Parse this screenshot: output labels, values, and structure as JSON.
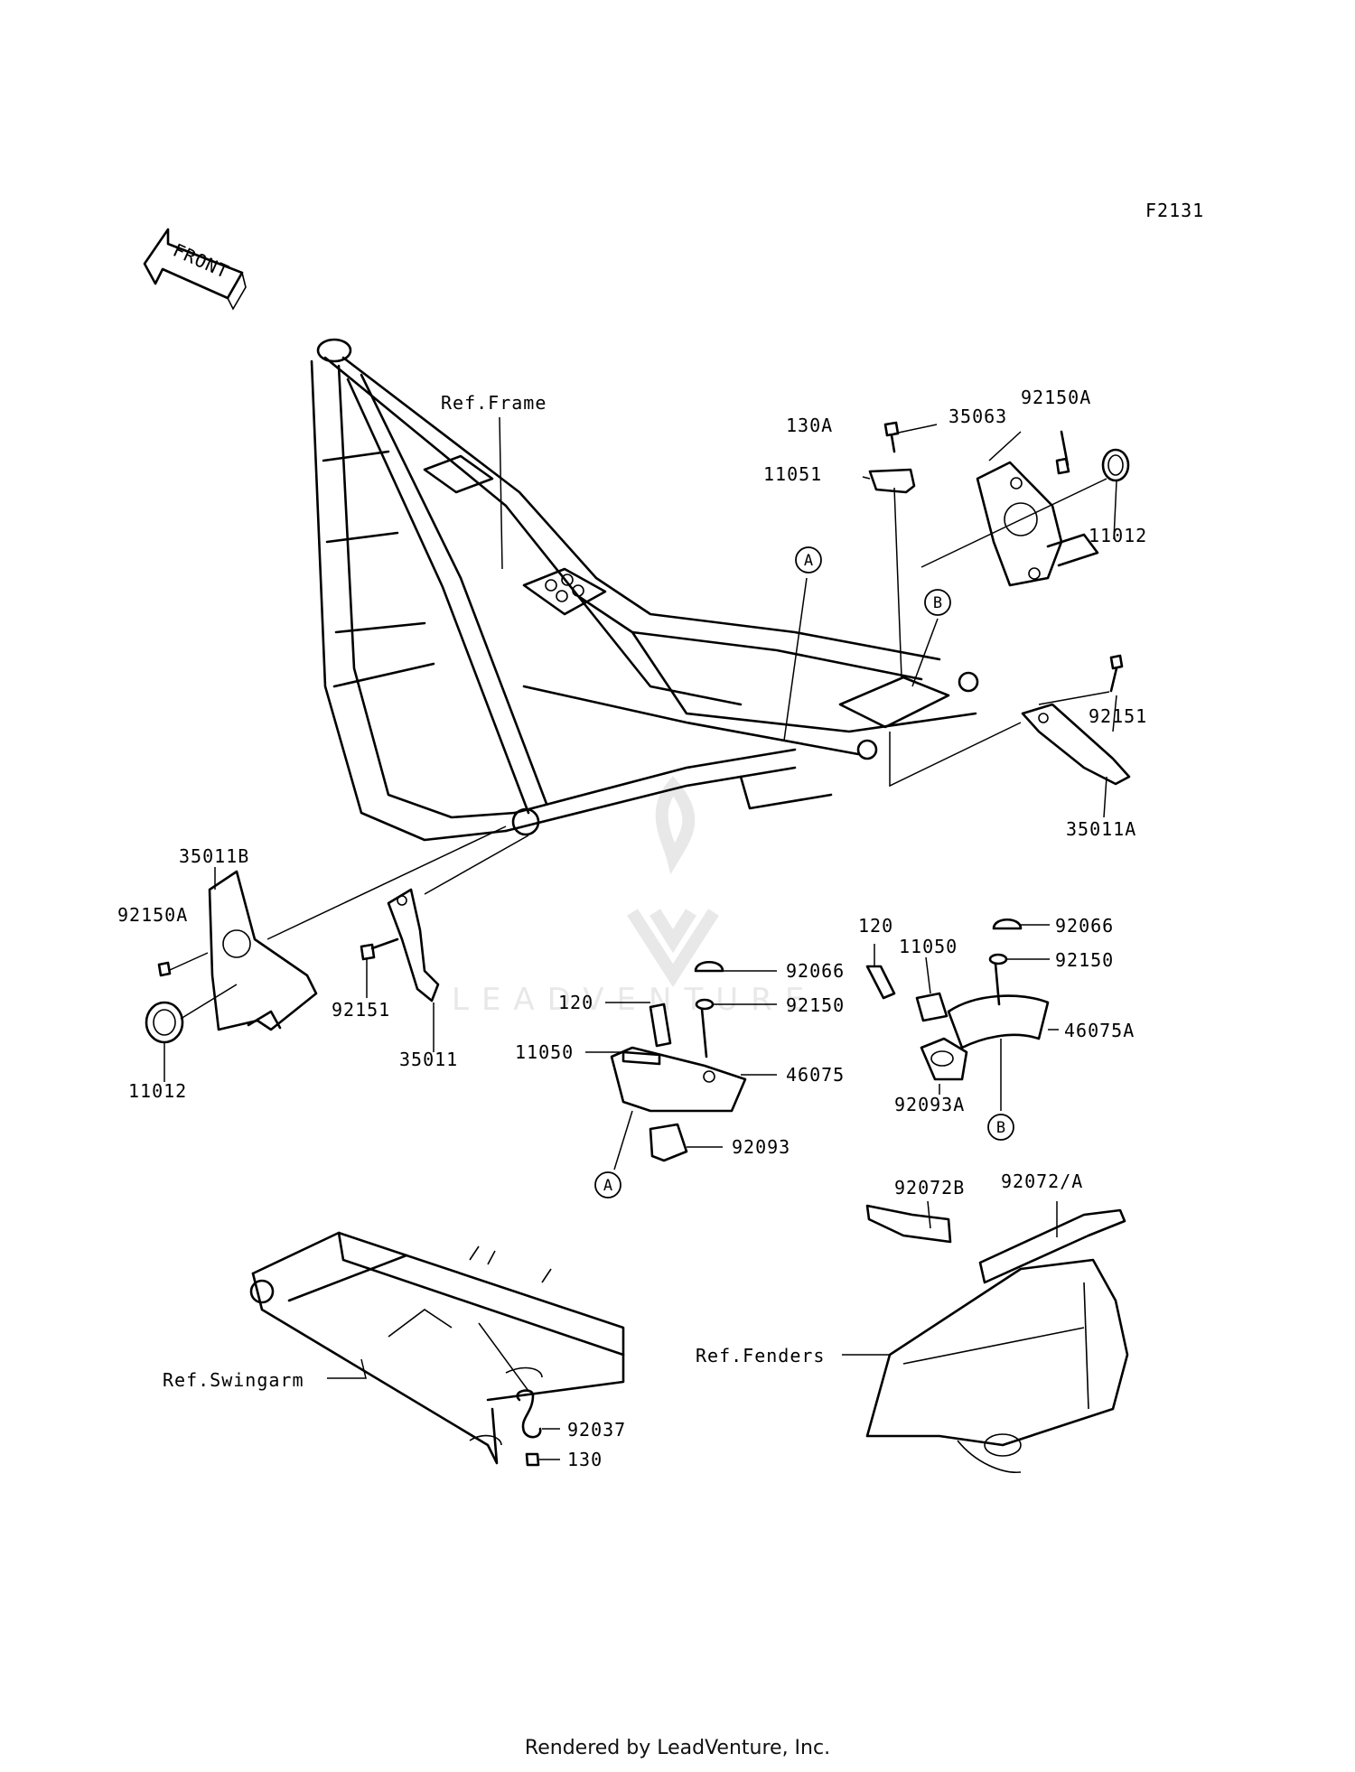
{
  "diagram_id": "F2131",
  "front_label": "FRONT",
  "footer": "Rendered by LeadVenture, Inc.",
  "watermark": "LEADVENTURE",
  "callouts": [
    "A",
    "B"
  ],
  "labels": {
    "ref_frame": "Ref.Frame",
    "p130A": "130A",
    "p11051": "11051",
    "p35063": "35063",
    "p92150A_top": "92150A",
    "p11012_right": "11012",
    "p92151_right": "92151",
    "p35011A": "35011A",
    "p35011B": "35011B",
    "p92150A_left": "92150A",
    "p11012_left": "11012",
    "p92151_mid": "92151",
    "p35011": "35011",
    "p92066_mid": "92066",
    "p120_mid": "120",
    "p92150_mid": "92150",
    "p11050_mid": "11050",
    "p46075": "46075",
    "p92093": "92093",
    "p120_right": "120",
    "p11050_right": "11050",
    "p92066_right": "92066",
    "p92150_right": "92150",
    "p46075A": "46075A",
    "p92093A": "92093A",
    "p92072B": "92072B",
    "p92072A": "92072/A",
    "ref_fenders": "Ref.Fenders",
    "ref_swingarm": "Ref.Swingarm",
    "p92037": "92037",
    "p130": "130"
  }
}
